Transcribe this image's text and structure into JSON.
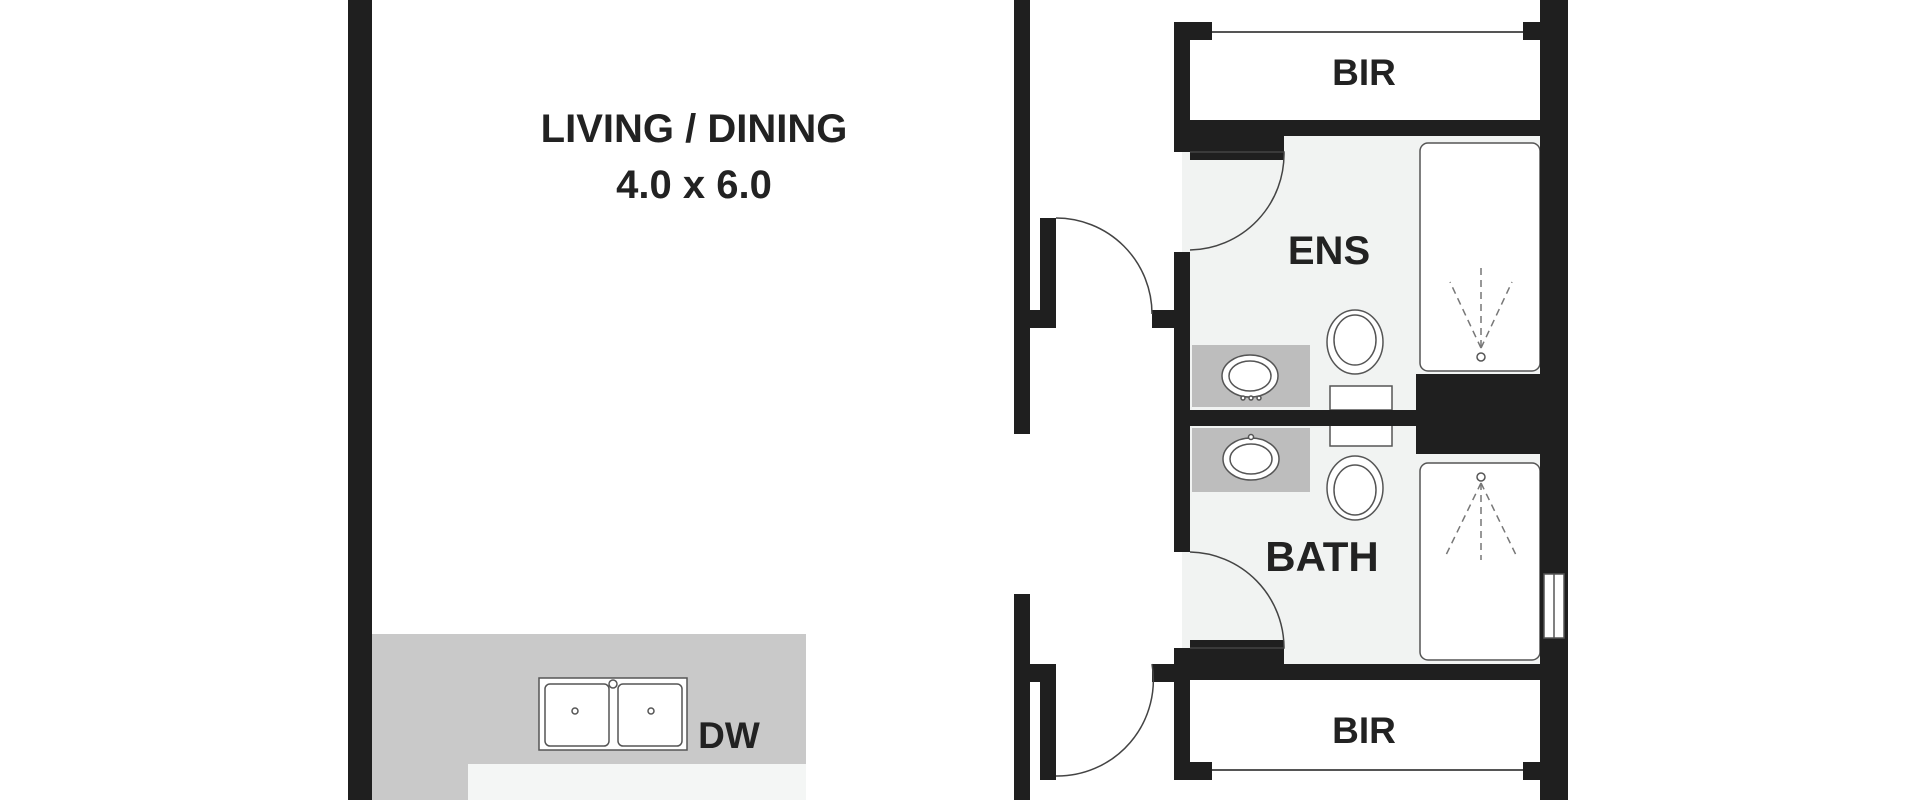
{
  "rooms": {
    "living": {
      "name": "LIVING / DINING",
      "size": "4.0 x 6.0"
    },
    "ensuite": {
      "name": "ENS"
    },
    "bath": {
      "name": "BATH"
    },
    "bir_top": {
      "name": "BIR"
    },
    "bir_bottom": {
      "name": "BIR"
    },
    "kitchen": {
      "dishwasher": "DW"
    }
  },
  "colors": {
    "wall": "#1f1f1f",
    "wet_area_floor": "#f1f3f2",
    "bench": "#c9c9c9",
    "vanity": "#bdbdbd",
    "background": "#ffffff"
  }
}
